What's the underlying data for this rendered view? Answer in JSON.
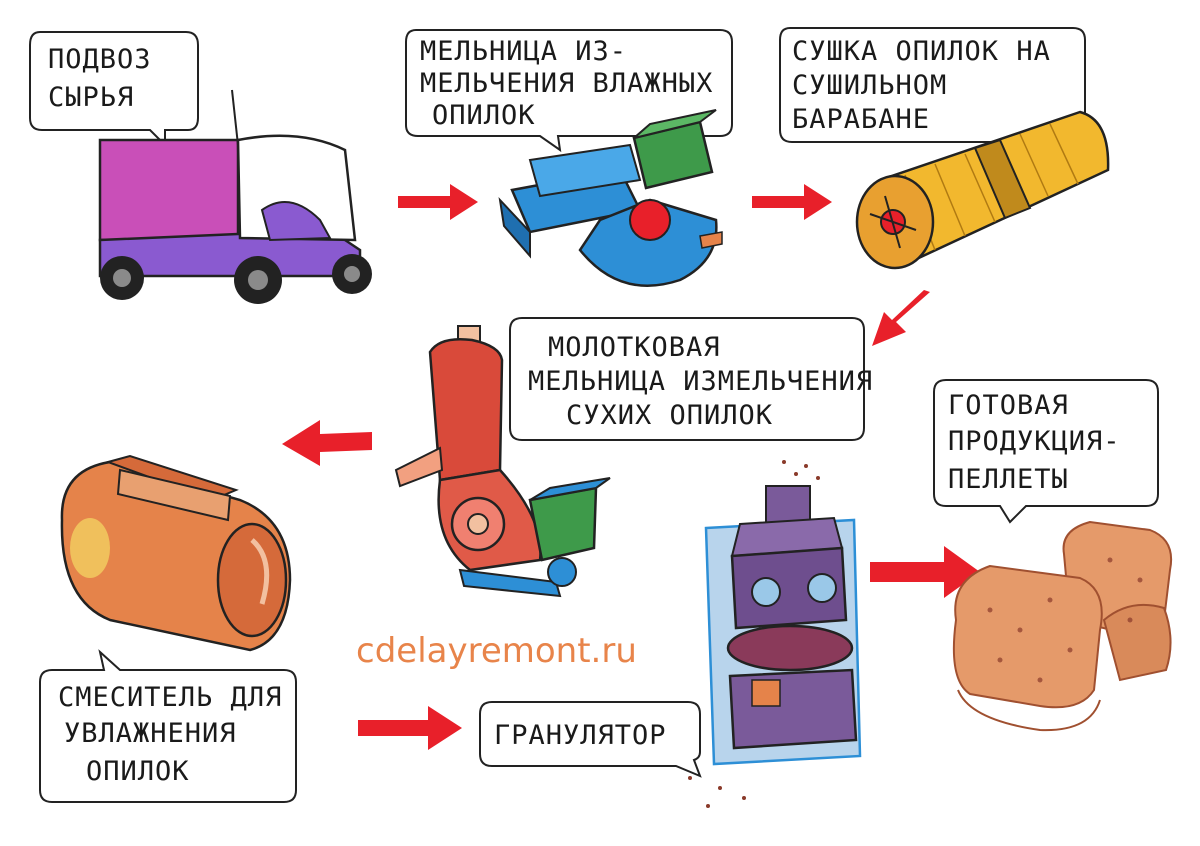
{
  "steps": [
    {
      "id": "raw-delivery",
      "lines": [
        "ПОДВОЗ",
        "СЫРЬЯ"
      ]
    },
    {
      "id": "wet-mill",
      "lines": [
        "МЕЛЬНИЦА  ИЗ-",
        "МЕЛЬЧЕНИЯ ВЛАЖНЫХ",
        "ОПИЛОК"
      ]
    },
    {
      "id": "dryer",
      "lines": [
        "СУШКА ОПИЛОК НА",
        "СУШИЛЬНОМ",
        "БАРАБАНЕ"
      ]
    },
    {
      "id": "hammer-mill",
      "lines": [
        "МОЛОТКОВАЯ",
        "МЕЛЬНИЦА ИЗМЕЛЬЧЕНИЯ",
        "СУХИХ ОПИЛОК"
      ]
    },
    {
      "id": "mixer",
      "lines": [
        "СМЕСИТЕЛЬ ДЛЯ",
        "УВЛАЖНЕНИЯ",
        "ОПИЛОК"
      ]
    },
    {
      "id": "granulator",
      "lines": [
        "ГРАНУЛЯТОР"
      ]
    },
    {
      "id": "product",
      "lines": [
        "ГОТОВАЯ",
        "ПРОДУКЦИЯ-",
        "ПЕЛЛЕТЫ"
      ]
    }
  ],
  "watermark": "cdelayremont.ru",
  "colors": {
    "arrow": "#e8202a",
    "truck_body": "#c94fb8",
    "truck_cab": "#8a5ad0",
    "mill_blue": "#2d8fd6",
    "mill_green": "#3e9a4a",
    "drum_yellow": "#f2b82e",
    "hammer_red": "#d94a3a",
    "mixer_orange": "#e5834a",
    "granulator_purple": "#7a5a9a",
    "pellet": "#e59a6a"
  }
}
